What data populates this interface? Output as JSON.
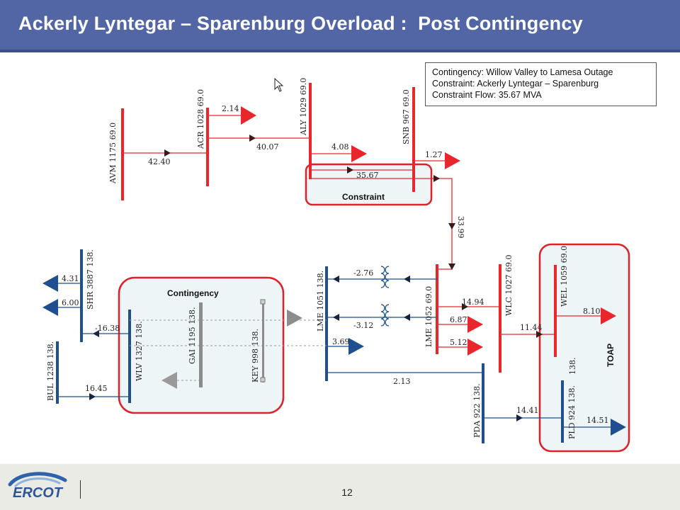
{
  "slide": {
    "title": "Ackerly Lyntegar – Sparenburg Overload :  Post Contingency",
    "page_number": "12",
    "logo_text": "ERCOT"
  },
  "info": {
    "contingency": "Contingency: Willow Valley to Lamesa Outage",
    "constraint": "Constraint: Ackerly Lyntegar – Sparenburg",
    "flow": "Constraint Flow: 35.67 MVA"
  },
  "zones": {
    "constraint": "Constraint",
    "contingency": "Contingency",
    "toap": "TOAP"
  },
  "buses": {
    "avm": "AVM 1175   69.0",
    "acr": "ACR 1028   69.0",
    "aly": "ALY 1029   69.0",
    "snb": "SNB 967   69.0",
    "shr": "SHR 3887   138.",
    "lme1051": "LME 1051   138.",
    "lme1052": "LME 1052   69.0",
    "wlc": "WLC 1027   69.0",
    "wel": "WEL 1059   69.0",
    "wel_kv2": "138.",
    "wlv": "WLV 1327   138.",
    "gai": "GAI 1195   138.",
    "key": "KEY  998   138.",
    "bul": "BUL 1238   138.",
    "pda": "PDA  922   138.",
    "pld": "PLD  924   138."
  },
  "flows": {
    "f4240": "42.40",
    "f214": "2.14",
    "f4007": "40.07",
    "f408": "4.08",
    "f3567": "35.67",
    "f127": "1.27",
    "f3399": "33.99",
    "f431": "4.31",
    "f600": "6.00",
    "fm1638": "-16.38",
    "f1645": "16.45",
    "fm276": "-2.76",
    "fm312": "-3.12",
    "f369": "3.69",
    "f1494": "14.94",
    "f687": "6.87",
    "f512": "5.12",
    "f1144": "11.44",
    "f810": "8.10",
    "f213": "2.13",
    "f1441": "14.41",
    "f1451": "14.51"
  },
  "colors": {
    "title_bar": "#5266a6",
    "red_bus": "#e8262b",
    "blue_bus": "#1f4f8f",
    "zone_border": "#e0202a",
    "zone_fill": "#eef5f7",
    "outaged": "#8c8c8c"
  }
}
